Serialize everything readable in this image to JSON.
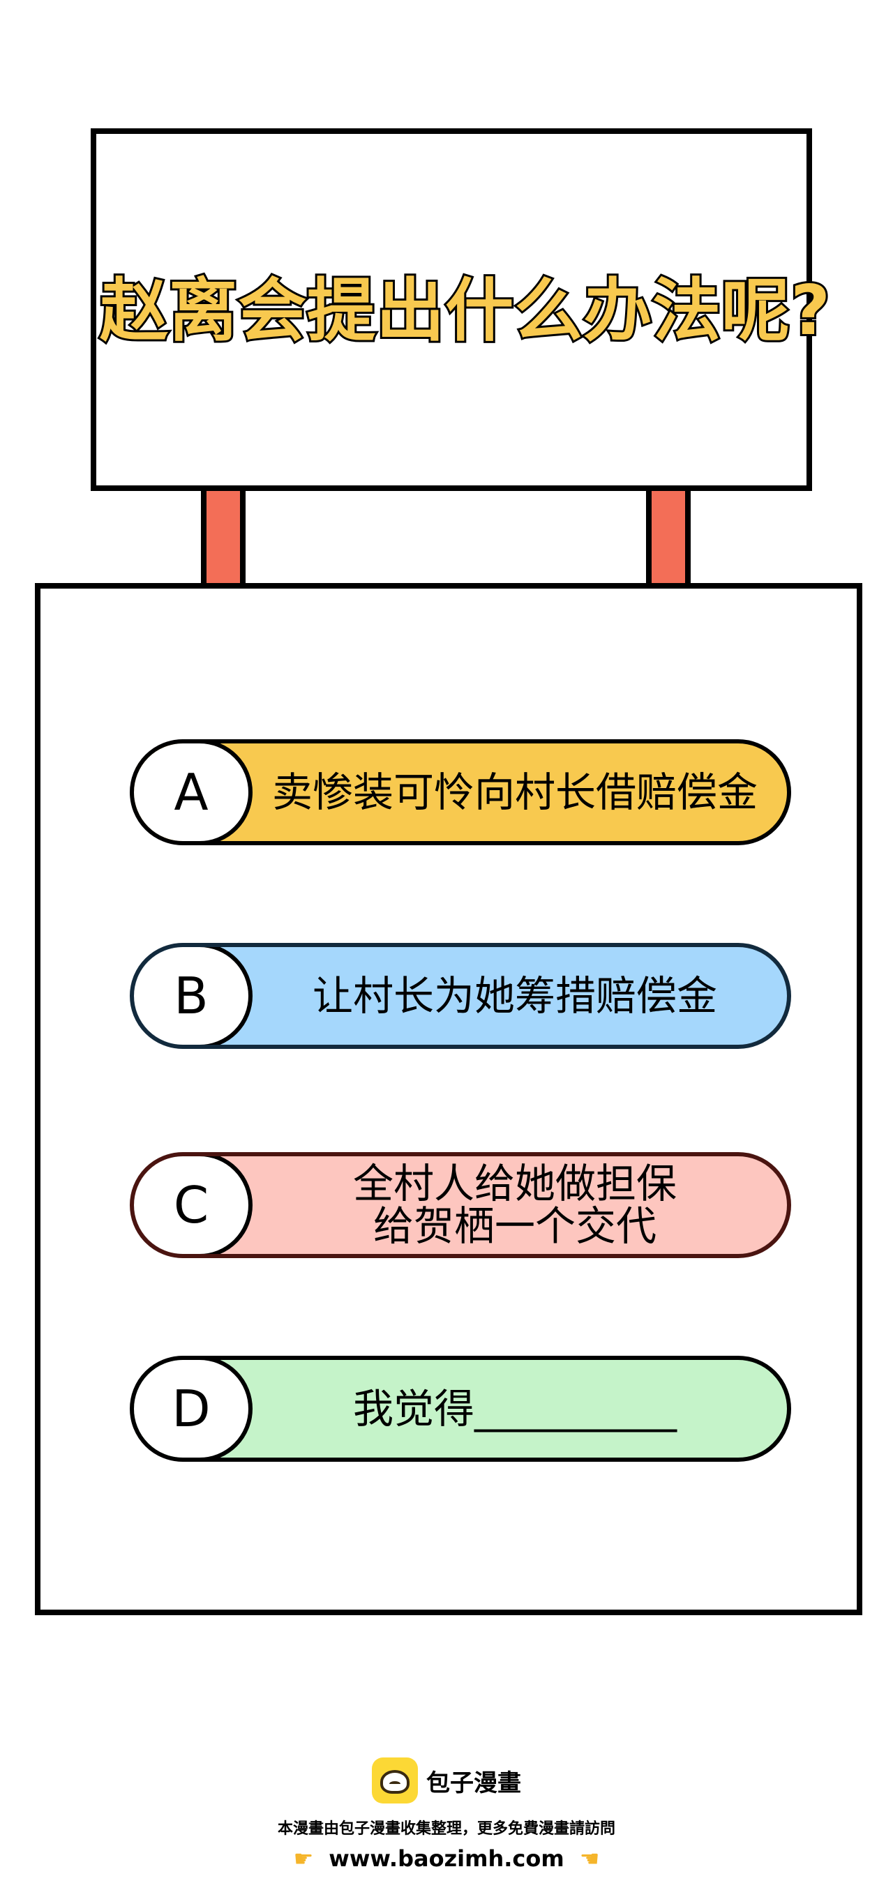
{
  "question": {
    "title": "赵离会提出什么办法呢?"
  },
  "options": [
    {
      "letter": "A",
      "text": "卖惨装可怜向村长借赔偿金"
    },
    {
      "letter": "B",
      "text": "让村长为她筹措赔偿金"
    },
    {
      "letter": "C",
      "text_line1": "全村人给她做担保",
      "text_line2": "给贺栖一个交代"
    },
    {
      "letter": "D",
      "text": "我觉得__________"
    }
  ],
  "footer": {
    "brand": "包子漫畫",
    "notice": "本漫畫由包子漫畫收集整理，更多免費漫畫請訪問",
    "url": "www.baozimh.com"
  },
  "colors": {
    "title_fill": "#f8c94f",
    "post": "#f36e57",
    "option_a": "#f8c94f",
    "option_b": "#a5d7fc",
    "option_c": "#fdc6bf",
    "option_d": "#c5f3c9"
  }
}
